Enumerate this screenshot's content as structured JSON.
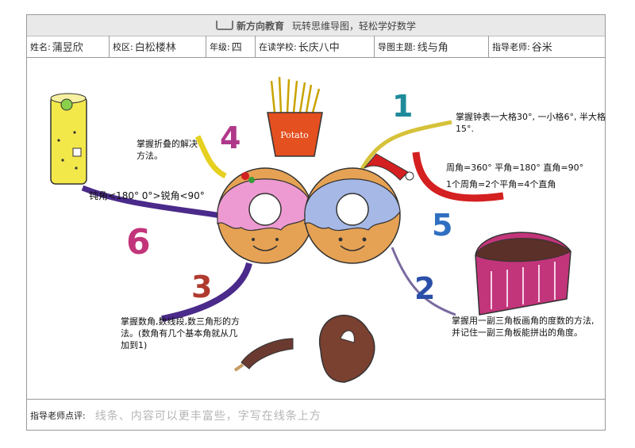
{
  "header": {
    "brand": "新方向教育",
    "slogan": "玩转思维导图，轻松学好数学"
  },
  "info": {
    "name_label": "姓名:",
    "name_value": "蒲昱欣",
    "campus_label": "校区:",
    "campus_value": "白松楼林",
    "grade_label": "年级:",
    "grade_value": "四",
    "school_label": "在读学校:",
    "school_value": "长庆八中",
    "topic_label": "导图主题:",
    "topic_value": "线与角",
    "teacher_label": "指导老师:",
    "teacher_value": "谷米"
  },
  "map": {
    "branch1_num": "1",
    "branch1_text": "掌握钟表一大格30°, 一小格6°, 半大格15°.",
    "branch5_num": "5",
    "branch5_line1": "周角=360°   平角=180°   直角=90°",
    "branch5_line2": "1个周角=2个平角=4个直角",
    "branch4_num": "4",
    "branch4_text": "掌握折叠的解决方法。",
    "branch6_num": "6",
    "branch6_text": "钝角<180°  0°>锐角<90°",
    "branch3_num": "3",
    "branch3_text": "掌握数角,数线段,数三角形的方法。(数角有几个基本角就从几加到1)",
    "branch2_num": "2",
    "branch2_text": "掌握用一副三角板画角的度数的方法,并记住一副三角板能拼出的角度。",
    "fries_label": "Potato"
  },
  "footer": {
    "label": "指导老师点评:",
    "comment": "线条、内容可以更丰富些，字写在线条上方"
  },
  "colors": {
    "num1": "#1e8a9a",
    "num2": "#2a4fa8",
    "num3": "#b03a2e",
    "num4": "#b0388a",
    "num5": "#2f6fc1",
    "num6": "#c2357a",
    "branch_top_right": "#d6c23a",
    "branch_red": "#d42020",
    "branch_purple": "#4a2a8a",
    "branch_yellow": "#e6d020"
  }
}
